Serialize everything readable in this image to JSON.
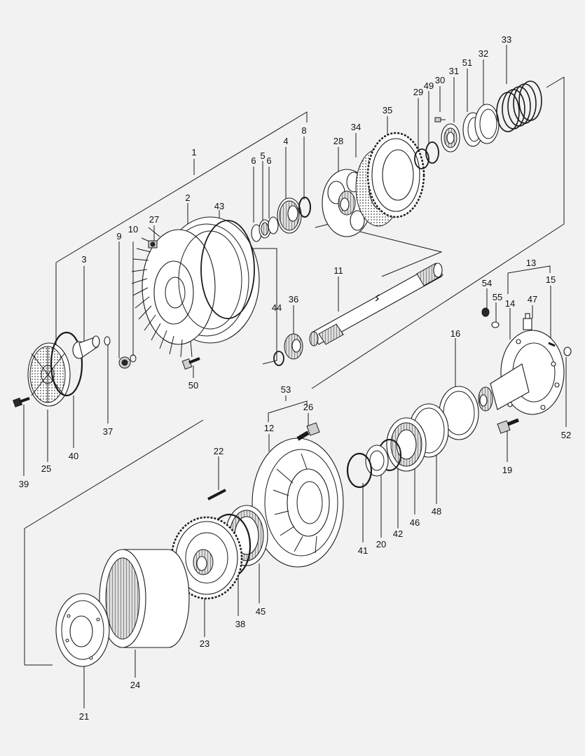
{
  "callouts": [
    "1",
    "2",
    "3",
    "4",
    "5",
    "6",
    "6",
    "8",
    "9",
    "10",
    "11",
    "12",
    "13",
    "14",
    "15",
    "16",
    "19",
    "20",
    "21",
    "22",
    "23",
    "24",
    "25",
    "26",
    "27",
    "28",
    "29",
    "30",
    "31",
    "32",
    "33",
    "34",
    "35",
    "36",
    "37",
    "38",
    "39",
    "40",
    "41",
    "42",
    "43",
    "44",
    "45",
    "46",
    "47",
    "48",
    "49",
    "50",
    "51",
    "52",
    "53",
    "54",
    "55"
  ]
}
